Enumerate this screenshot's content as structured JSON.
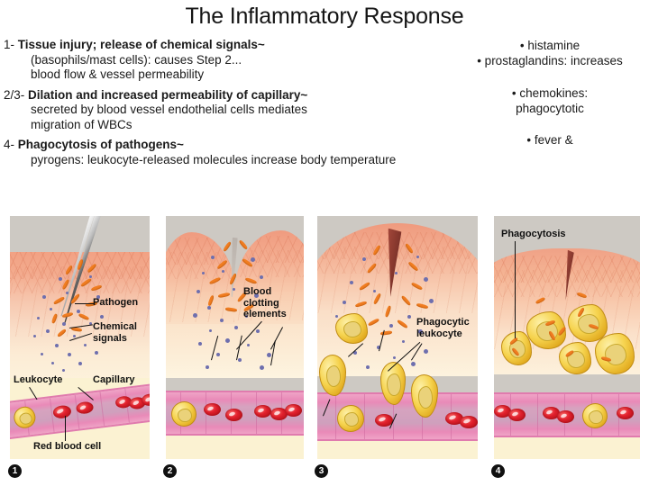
{
  "title": "The Inflammatory Response",
  "steps": [
    {
      "number": "1-",
      "heading": "Tissue injury; release of chemical signals~",
      "lines": [
        "(basophils/mast cells):  causes Step 2...",
        "blood flow & vessel permeability"
      ]
    },
    {
      "number": "2/3-",
      "heading": "Dilation and increased permeability of capillary~",
      "lines": [
        "secreted by blood vessel endothelial cells mediates",
        "migration of WBCs"
      ]
    },
    {
      "number": "4-",
      "heading": "Phagocytosis of pathogens~",
      "lines": [
        "pyrogens:  leukocyte-released molecules increase body temperature"
      ]
    }
  ],
  "right_notes": [
    {
      "lines": [
        "• histamine",
        "• prostaglandins: increases"
      ]
    },
    {
      "lines": [
        "• chemokines:",
        "phagocytotic"
      ]
    },
    {
      "lines": [
        "• fever &"
      ]
    }
  ],
  "figure": {
    "panels": [
      {
        "badge": "1",
        "labels": [
          "Pathogen",
          "Chemical\nsignals",
          "Leukocyte",
          "Capillary",
          "Red blood cell"
        ]
      },
      {
        "badge": "2",
        "labels": [
          "Blood\nclotting\nelements"
        ]
      },
      {
        "badge": "3",
        "labels": [
          "Phagocytic\nleukocyte"
        ]
      },
      {
        "badge": "4",
        "labels": [
          "Phagocytosis"
        ]
      }
    ]
  },
  "colors": {
    "sky": "#cdc9c3",
    "skin": "#f2a183",
    "capillary": "#e98ab8",
    "red_blood_cell": "#d81e28",
    "leukocyte": "#f6d34e",
    "pathogen": "#f07d21",
    "chemical_signal": "#6e6fae",
    "tissue": "#fbf2d2"
  }
}
